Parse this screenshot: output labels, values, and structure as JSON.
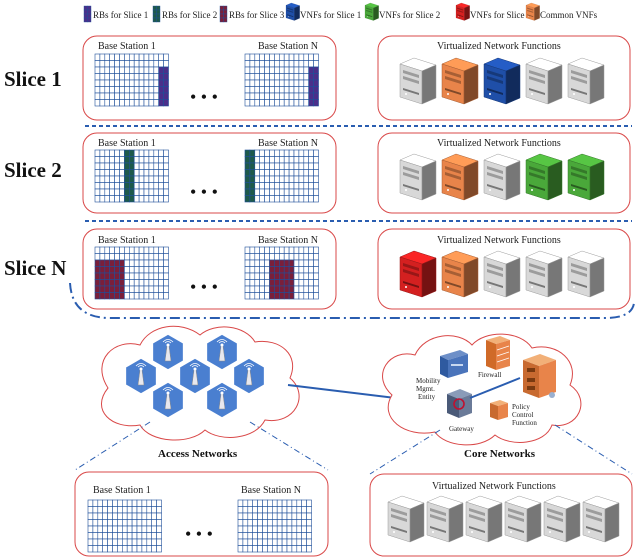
{
  "legend": [
    {
      "label": "RBs for Slice 1",
      "color": "#4a2f8a",
      "kind": "rb"
    },
    {
      "label": "RBs for Slice 2",
      "color": "#1e5a4a",
      "kind": "rb"
    },
    {
      "label": "RBs for Slice 3",
      "color": "#7a1f3a",
      "kind": "rb"
    },
    {
      "label": "VNFs for Slice 1",
      "color": "#1f4fa8",
      "kind": "vnf"
    },
    {
      "label": "VNFs for Slice 2",
      "color": "#4aa83a",
      "kind": "vnf"
    },
    {
      "label": "VNFs for Slice 3",
      "color": "#d42020",
      "kind": "vnf"
    },
    {
      "label": "Common VNFs",
      "color": "#e8844a",
      "kind": "vnf"
    }
  ],
  "slices": [
    {
      "name": "Slice 1",
      "bs_first": "Base Station 1",
      "bs_last": "Base Station N",
      "vnf_title": "Virtualized Network Functions",
      "ellipsis": "• • •",
      "rb_color": "#4a2f8a",
      "rb_pattern": "right-column",
      "vnf_colors": [
        "#d8d8d8",
        "#e8844a",
        "#1f4fa8",
        "#d8d8d8",
        "#d8d8d8"
      ]
    },
    {
      "name": "Slice 2",
      "bs_first": "Base Station 1",
      "bs_last": "Base Station N",
      "vnf_title": "Virtualized Network Functions",
      "ellipsis": "• • •",
      "rb_color": "#1e5a4a",
      "rb_pattern": "column",
      "vnf_colors": [
        "#d8d8d8",
        "#e8844a",
        "#d8d8d8",
        "#4aa83a",
        "#4aa83a"
      ]
    },
    {
      "name": "Slice N",
      "bs_first": "Base Station 1",
      "bs_last": "Base Station N",
      "vnf_title": "Virtualized Network Functions",
      "ellipsis": "• • •",
      "rb_color": "#7a1f3a",
      "rb_pattern": "bottom-left",
      "vnf_colors": [
        "#d42020",
        "#e8844a",
        "#d8d8d8",
        "#d8d8d8",
        "#d8d8d8"
      ]
    }
  ],
  "access": {
    "title": "Access Networks"
  },
  "core": {
    "title": "Core Networks",
    "mme": [
      "Mobility",
      "Mgmt.",
      "Entity"
    ],
    "firewall": "Firewall",
    "gateway": "Gateway",
    "pcf": [
      "Policy",
      "Control",
      "Function"
    ]
  },
  "bottom": {
    "bs_first": "Base Station 1",
    "bs_last": "Base Station N",
    "ellipsis": "• • •",
    "vnf_title": "Virtualized Network Functions"
  }
}
